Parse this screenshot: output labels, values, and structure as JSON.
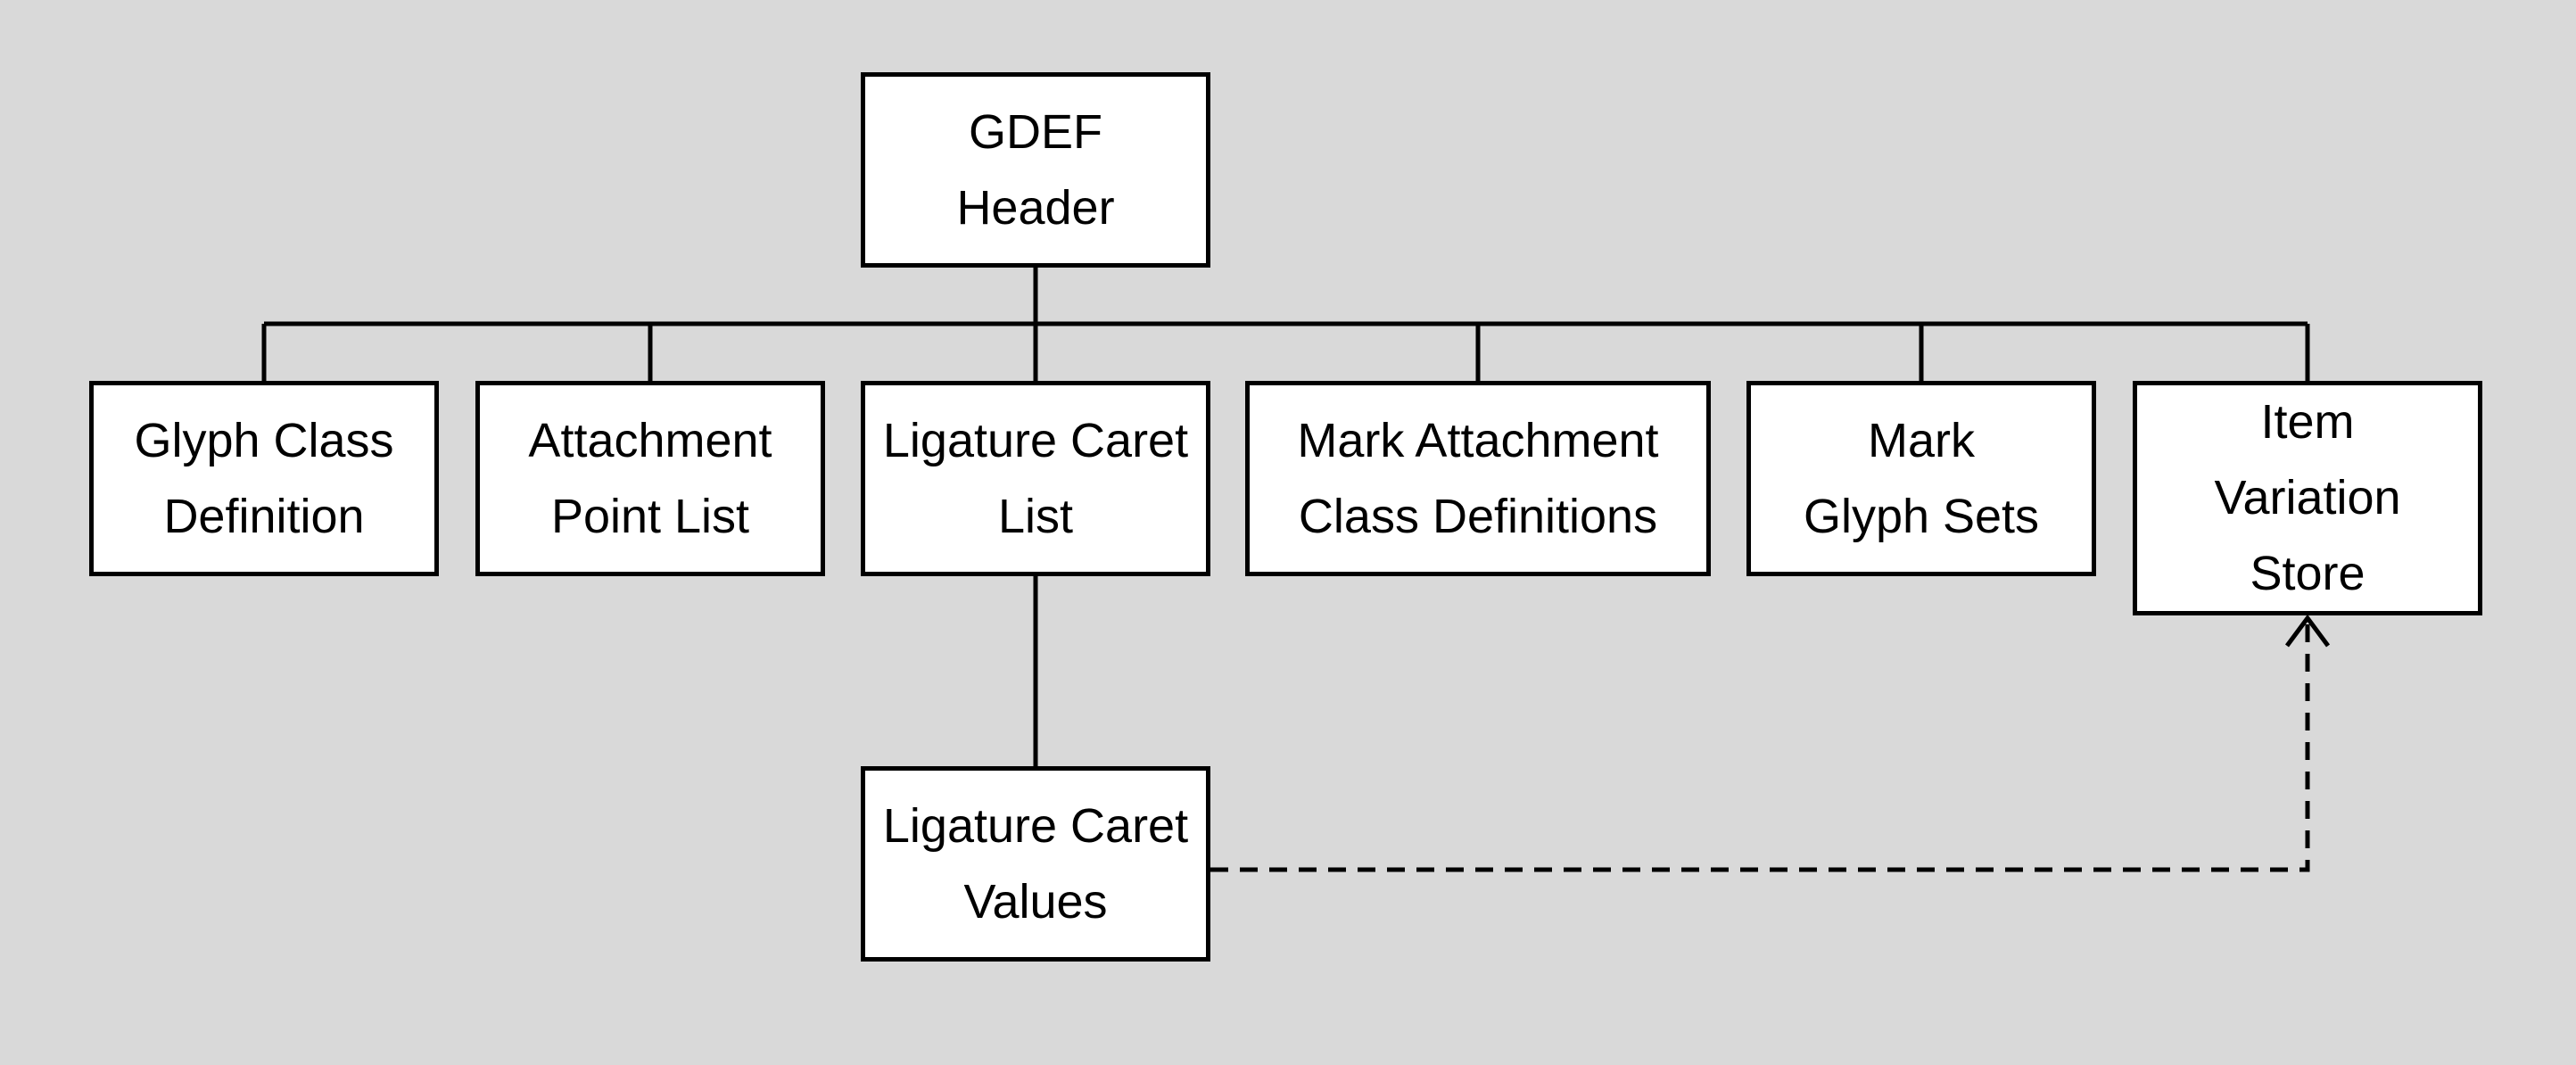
{
  "diagram": {
    "nodes": {
      "gdef_header": {
        "lines": [
          "GDEF",
          "Header"
        ]
      },
      "glyph_class_definition": {
        "lines": [
          "Glyph Class",
          "Definition"
        ]
      },
      "attachment_point_list": {
        "lines": [
          "Attachment",
          "Point List"
        ]
      },
      "ligature_caret_list": {
        "lines": [
          "Ligature Caret",
          "List"
        ]
      },
      "mark_attachment_class_definitions": {
        "lines": [
          "Mark Attachment",
          "Class Definitions"
        ]
      },
      "mark_glyph_sets": {
        "lines": [
          "Mark",
          "Glyph Sets"
        ]
      },
      "item_variation_store": {
        "lines": [
          "Item",
          "Variation",
          "Store"
        ]
      },
      "ligature_caret_values": {
        "lines": [
          "Ligature Caret",
          "Values"
        ]
      }
    },
    "edges": [
      {
        "from": "gdef_header",
        "to": "glyph_class_definition",
        "style": "solid"
      },
      {
        "from": "gdef_header",
        "to": "attachment_point_list",
        "style": "solid"
      },
      {
        "from": "gdef_header",
        "to": "ligature_caret_list",
        "style": "solid"
      },
      {
        "from": "gdef_header",
        "to": "mark_attachment_class_definitions",
        "style": "solid"
      },
      {
        "from": "gdef_header",
        "to": "mark_glyph_sets",
        "style": "solid"
      },
      {
        "from": "gdef_header",
        "to": "item_variation_store",
        "style": "solid"
      },
      {
        "from": "ligature_caret_list",
        "to": "ligature_caret_values",
        "style": "solid"
      },
      {
        "from": "ligature_caret_values",
        "to": "item_variation_store",
        "style": "dashed",
        "arrow": "open"
      }
    ],
    "colors": {
      "background": "#d9d9d9",
      "box_fill": "#ffffff",
      "stroke": "#000000"
    }
  }
}
